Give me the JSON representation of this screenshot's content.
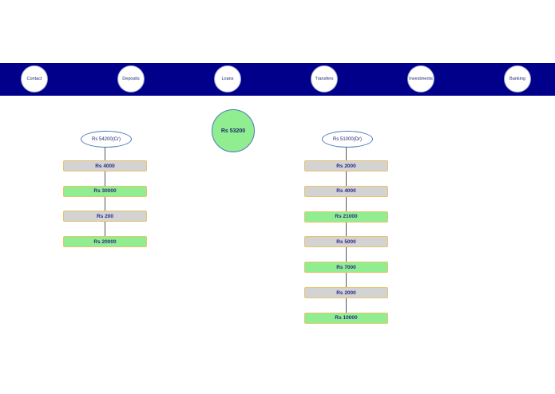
{
  "nav": {
    "items": [
      {
        "label": "Contact"
      },
      {
        "label": "Deposits"
      },
      {
        "label": "Loans"
      },
      {
        "label": "Transfers"
      },
      {
        "label": "Investments"
      },
      {
        "label": "Banking"
      }
    ]
  },
  "balance": {
    "label": "Rs 53200"
  },
  "credit": {
    "header": "Rs 54200(Cr)",
    "items": [
      {
        "label": "Rs 4000",
        "color": "grey"
      },
      {
        "label": "Rs 30000",
        "color": "green"
      },
      {
        "label": "Rs 200",
        "color": "grey"
      },
      {
        "label": "Rs 20000",
        "color": "green"
      }
    ]
  },
  "debit": {
    "header": "Rs 51000(Dr)",
    "items": [
      {
        "label": "Rs 2000",
        "color": "grey"
      },
      {
        "label": "Rs 4000",
        "color": "grey"
      },
      {
        "label": "Rs 21000",
        "color": "green"
      },
      {
        "label": "Rs 5000",
        "color": "grey"
      },
      {
        "label": "Rs 7000",
        "color": "green"
      },
      {
        "label": "Rs 2000",
        "color": "grey"
      },
      {
        "label": "Rs 10000",
        "color": "green"
      }
    ]
  },
  "colors": {
    "navbar": "#00008b",
    "green": "#90ee90",
    "grey": "#d3d3d3",
    "border": "#e8c36a"
  }
}
